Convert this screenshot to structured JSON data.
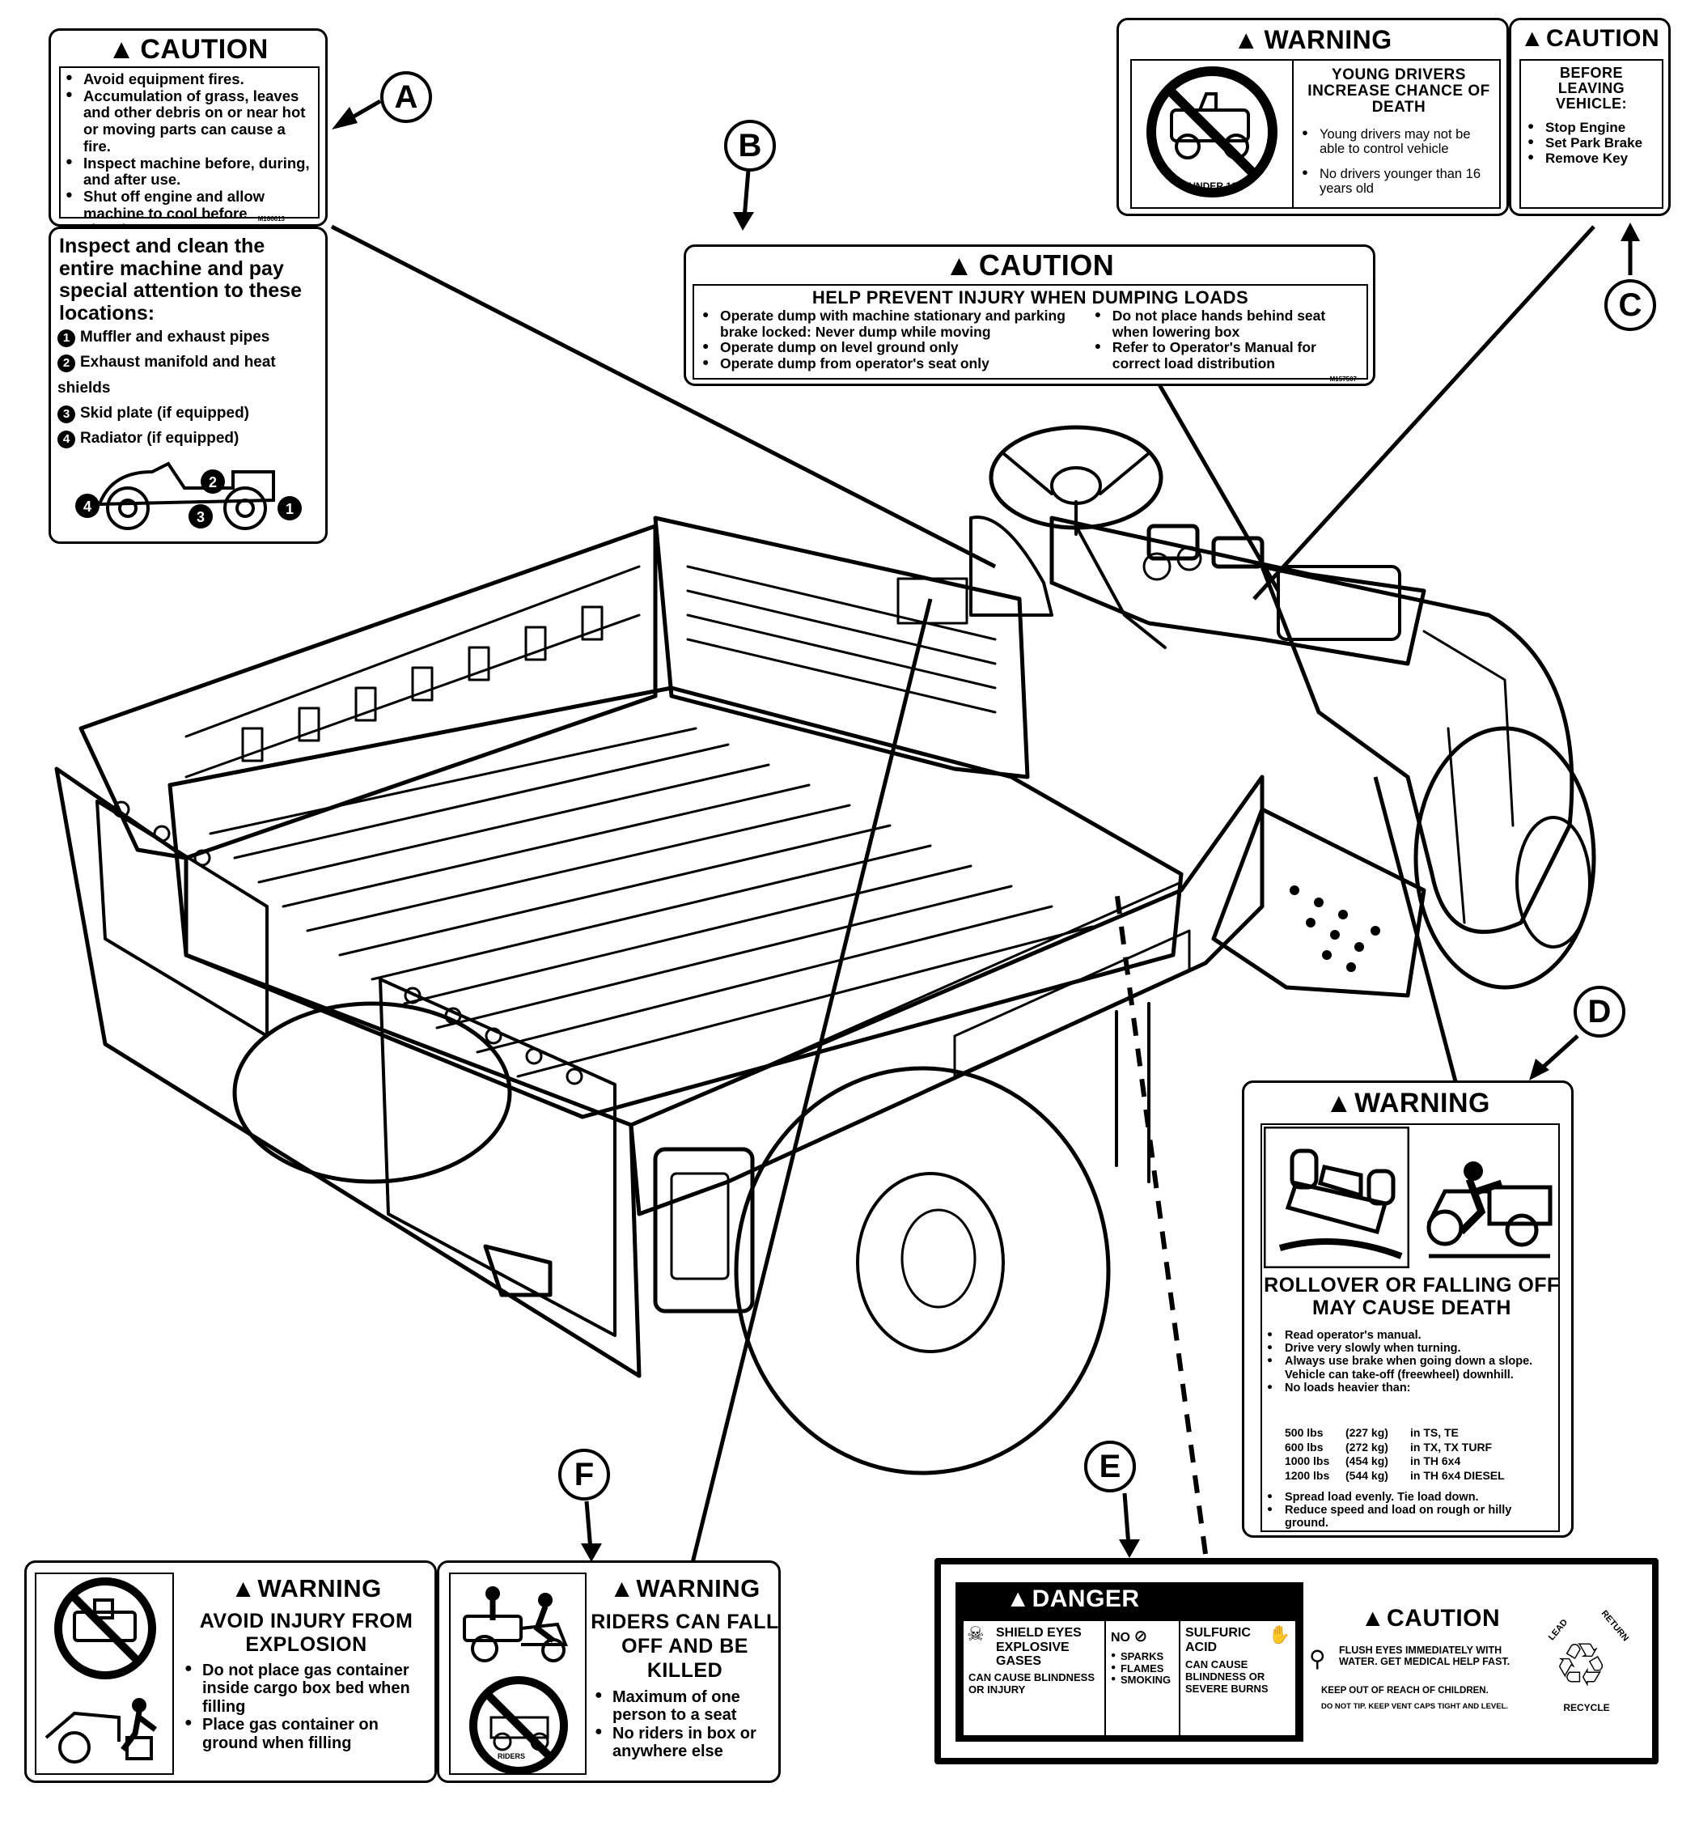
{
  "callouts": {
    "a": "A",
    "b": "B",
    "c": "C",
    "d": "D",
    "e": "E",
    "f": "F"
  },
  "decal_a": {
    "title": "CAUTION",
    "bullets": [
      "Avoid equipment fires.",
      "Accumulation of grass, leaves and other debris on or near hot or moving parts can cause a fire.",
      "Inspect machine before, during, and after use.",
      "Shut off engine and allow machine to cool before cleaning."
    ],
    "part_no": "M166613",
    "intro": "Inspect and clean the entire machine and pay special attention to these locations:",
    "locations": [
      {
        "n": "1",
        "text": "Muffler and exhaust pipes"
      },
      {
        "n": "2",
        "text": "Exhaust manifold and heat shields"
      },
      {
        "n": "3",
        "text": "Skid plate (if equipped)"
      },
      {
        "n": "4",
        "text": "Radiator (if equipped)"
      }
    ]
  },
  "decal_b": {
    "title": "CAUTION",
    "subtitle": "HELP PREVENT INJURY WHEN DUMPING LOADS",
    "left": [
      "Operate dump with machine stationary and parking brake locked: Never dump while moving",
      "Operate dump on level ground only",
      "Operate dump from operator's seat only"
    ],
    "right": [
      "Do not place hands behind seat when lowering box",
      "Refer to Operator's Manual for correct load distribution"
    ],
    "part_no": "M157507"
  },
  "decal_c": {
    "warning_title": "WARNING",
    "young_title": "YOUNG DRIVERS INCREASE CHANCE OF DEATH",
    "young_bullets": [
      "Young drivers may not be able to control vehicle",
      "No drivers younger than 16 years old"
    ],
    "under16": "UNDER 16",
    "caution_title": "CAUTION",
    "leaving_title": "BEFORE LEAVING VEHICLE:",
    "leaving_bullets": [
      "Stop Engine",
      "Set Park Brake",
      "Remove Key"
    ]
  },
  "decal_d": {
    "title": "WARNING",
    "headline": "ROLLOVER OR FALLING OFF MAY CAUSE DEATH",
    "bullets": [
      "Read operator's manual.",
      "Drive very slowly when turning.",
      "Always use brake when going down a slope. Vehicle can take-off (freewheel) downhill.",
      "No loads heavier than:"
    ],
    "loads": [
      {
        "lbs": "500 lbs",
        "kg": "(227 kg)",
        "model": "in TS, TE"
      },
      {
        "lbs": "600 lbs",
        "kg": "(272 kg)",
        "model": "in TX, TX TURF"
      },
      {
        "lbs": "1000 lbs",
        "kg": "(454 kg)",
        "model": "in TH 6x4"
      },
      {
        "lbs": "1200 lbs",
        "kg": "(544 kg)",
        "model": "in TH 6x4 DIESEL"
      }
    ],
    "bullets2": [
      "Spread load evenly. Tie load down.",
      "Reduce speed and load on rough or hilly ground."
    ]
  },
  "decal_e": {
    "danger_title": "DANGER",
    "shield_title": "SHIELD EYES EXPLOSIVE GASES",
    "shield_sub": "CAN CAUSE BLINDNESS OR INJURY",
    "no_title": "NO",
    "no_items": [
      "SPARKS",
      "FLAMES",
      "SMOKING"
    ],
    "acid_title": "SULFURIC ACID",
    "acid_sub": "CAN CAUSE BLINDNESS OR SEVERE BURNS",
    "caution_title": "CAUTION",
    "flush_text": "FLUSH EYES IMMEDIATELY WITH WATER. GET MEDICAL HELP FAST.",
    "keep_text": "KEEP OUT OF REACH OF CHILDREN.",
    "tip_text": "DO NOT TIP. KEEP VENT CAPS TIGHT AND LEVEL.",
    "lead": "LEAD",
    "return": "RETURN",
    "recycle": "RECYCLE"
  },
  "decal_f1": {
    "title": "WARNING",
    "headline": "AVOID INJURY FROM EXPLOSION",
    "bullets": [
      "Do not place gas container inside cargo box bed when filling",
      "Place gas container on ground when filling"
    ]
  },
  "decal_f2": {
    "title": "WARNING",
    "headline": "RIDERS CAN FALL OFF AND BE KILLED",
    "bullets": [
      "Maximum of one person to a seat",
      "No riders in box or anywhere else"
    ],
    "riders": "RIDERS"
  }
}
